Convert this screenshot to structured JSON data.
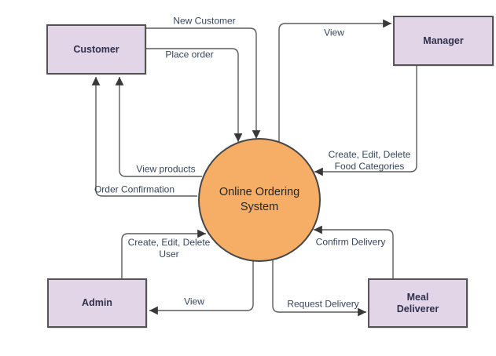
{
  "diagram": {
    "type": "data-flow-diagram",
    "background_color": "#ffffff",
    "process": {
      "id": "online-ordering-system",
      "label": "Online Ordering\nSystem",
      "fill_color": "#F6AE66",
      "stroke_color": "#474747"
    },
    "entities": [
      {
        "id": "customer",
        "label": "Customer",
        "fill_color": "#E1D5E7",
        "stroke_color": "#545454"
      },
      {
        "id": "manager",
        "label": "Manager",
        "fill_color": "#E1D5E7",
        "stroke_color": "#545454"
      },
      {
        "id": "admin",
        "label": "Admin",
        "fill_color": "#E1D5E7",
        "stroke_color": "#545454"
      },
      {
        "id": "meal-deliverer",
        "label": "Meal\nDeliverer",
        "fill_color": "#E1D5E7",
        "stroke_color": "#545454"
      }
    ],
    "flows": [
      {
        "from": "customer",
        "to": "online-ordering-system",
        "label": "New Customer"
      },
      {
        "from": "customer",
        "to": "online-ordering-system",
        "label": "Place order"
      },
      {
        "from": "online-ordering-system",
        "to": "manager",
        "label": "View"
      },
      {
        "from": "manager",
        "to": "online-ordering-system",
        "label": "Create, Edit, Delete\nFood Categories"
      },
      {
        "from": "online-ordering-system",
        "to": "customer",
        "label": "View products"
      },
      {
        "from": "online-ordering-system",
        "to": "customer",
        "label": "Order Confirmation"
      },
      {
        "from": "admin",
        "to": "online-ordering-system",
        "label": "Create, Edit, Delete\nUser"
      },
      {
        "from": "online-ordering-system",
        "to": "admin",
        "label": "View"
      },
      {
        "from": "online-ordering-system",
        "to": "meal-deliverer",
        "label": "Request Delivery"
      },
      {
        "from": "meal-deliverer",
        "to": "online-ordering-system",
        "label": "Confirm Delivery"
      }
    ]
  }
}
